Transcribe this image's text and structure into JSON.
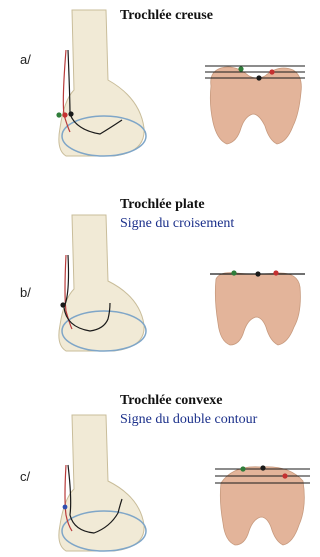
{
  "panels": [
    {
      "label": "a/",
      "title": "Trochlée creuse",
      "subtitle": ""
    },
    {
      "label": "b/",
      "title": "Trochlée plate",
      "subtitle": "Signe du croisement"
    },
    {
      "label": "c/",
      "title": "Trochlée convexe",
      "subtitle": "Signe du double contour"
    }
  ],
  "colors": {
    "bone": "#f1ead6",
    "bone_edge": "#c9bd9a",
    "condyle_edge": "#7fa6c8",
    "cross_section": "#e3b49a",
    "line_red": "#b83a3a",
    "line_black": "#1a1a1a",
    "marker_green": "#2f7d3a",
    "marker_red": "#c43030"
  }
}
